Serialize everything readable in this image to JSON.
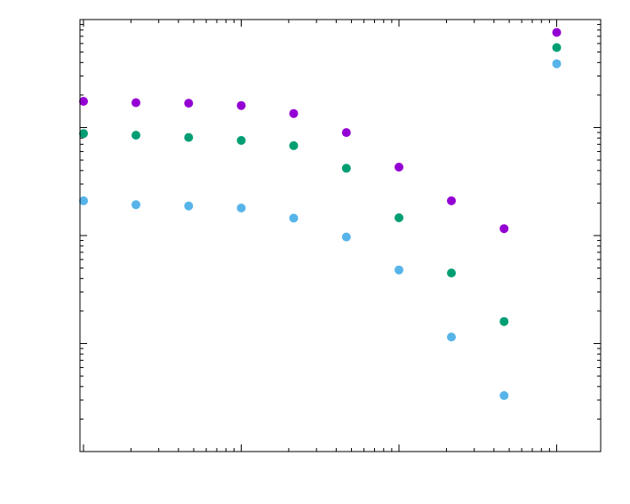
{
  "chart_data": {
    "type": "scatter",
    "title": "",
    "xlabel": "",
    "ylabel": "",
    "x_scale": "log",
    "y_scale": "log",
    "xlim": [
      0.95,
      1900
    ],
    "ylim": [
      0.0001,
      1
    ],
    "grid": false,
    "legend": "none",
    "series": [
      {
        "color": "#9400d3",
        "x": [
          1,
          2.15,
          4.64,
          10,
          21.5,
          46.4,
          100,
          215,
          464,
          1000
        ],
        "y": [
          0.175,
          0.17,
          0.168,
          0.16,
          0.135,
          0.09,
          0.043,
          0.021,
          0.0116,
          0.76
        ]
      },
      {
        "color": "#009e73",
        "x": [
          1,
          2.15,
          4.64,
          10,
          21.5,
          46.4,
          100,
          215,
          464,
          1000
        ],
        "y": [
          0.088,
          0.085,
          0.081,
          0.076,
          0.068,
          0.042,
          0.0146,
          0.0045,
          0.0016,
          0.55
        ]
      },
      {
        "color": "#56b4e9",
        "x": [
          1,
          2.15,
          4.64,
          10,
          21.5,
          46.4,
          100,
          215,
          464,
          1000
        ],
        "y": [
          0.021,
          0.0193,
          0.0188,
          0.018,
          0.0145,
          0.0097,
          0.0048,
          0.00115,
          0.00033,
          0.39
        ]
      }
    ]
  }
}
